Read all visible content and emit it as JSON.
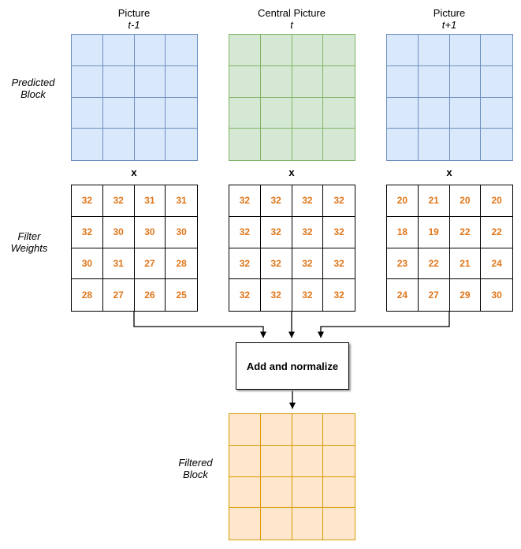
{
  "columns": [
    {
      "title": "Picture",
      "subtitle": "t-1",
      "multiply_label": "x",
      "weights": [
        [
          32,
          32,
          31,
          31
        ],
        [
          32,
          30,
          30,
          30
        ],
        [
          30,
          31,
          27,
          28
        ],
        [
          28,
          27,
          26,
          25
        ]
      ]
    },
    {
      "title": "Central Picture",
      "subtitle": "t",
      "multiply_label": "x",
      "weights": [
        [
          32,
          32,
          32,
          32
        ],
        [
          32,
          32,
          32,
          32
        ],
        [
          32,
          32,
          32,
          32
        ],
        [
          32,
          32,
          32,
          32
        ]
      ]
    },
    {
      "title": "Picture",
      "subtitle": "t+1",
      "multiply_label": "x",
      "weights": [
        [
          20,
          21,
          20,
          20
        ],
        [
          18,
          19,
          22,
          22
        ],
        [
          23,
          22,
          21,
          24
        ],
        [
          24,
          27,
          29,
          30
        ]
      ]
    }
  ],
  "side_labels": {
    "predicted_block": "Predicted\nBlock",
    "filter_weights": "Filter\nWeights",
    "filtered_block": "Filtered\nBlock"
  },
  "process_box": {
    "label": "Add and normalize"
  },
  "colors": {
    "blue_fill": "#dae8fc",
    "blue_border": "#6c8ebf",
    "green_fill": "#d5e8d4",
    "green_border": "#82b366",
    "orange_fill": "#ffe6cc",
    "orange_border": "#d79b00",
    "weight_text": "#e0761a",
    "line": "#000000"
  }
}
